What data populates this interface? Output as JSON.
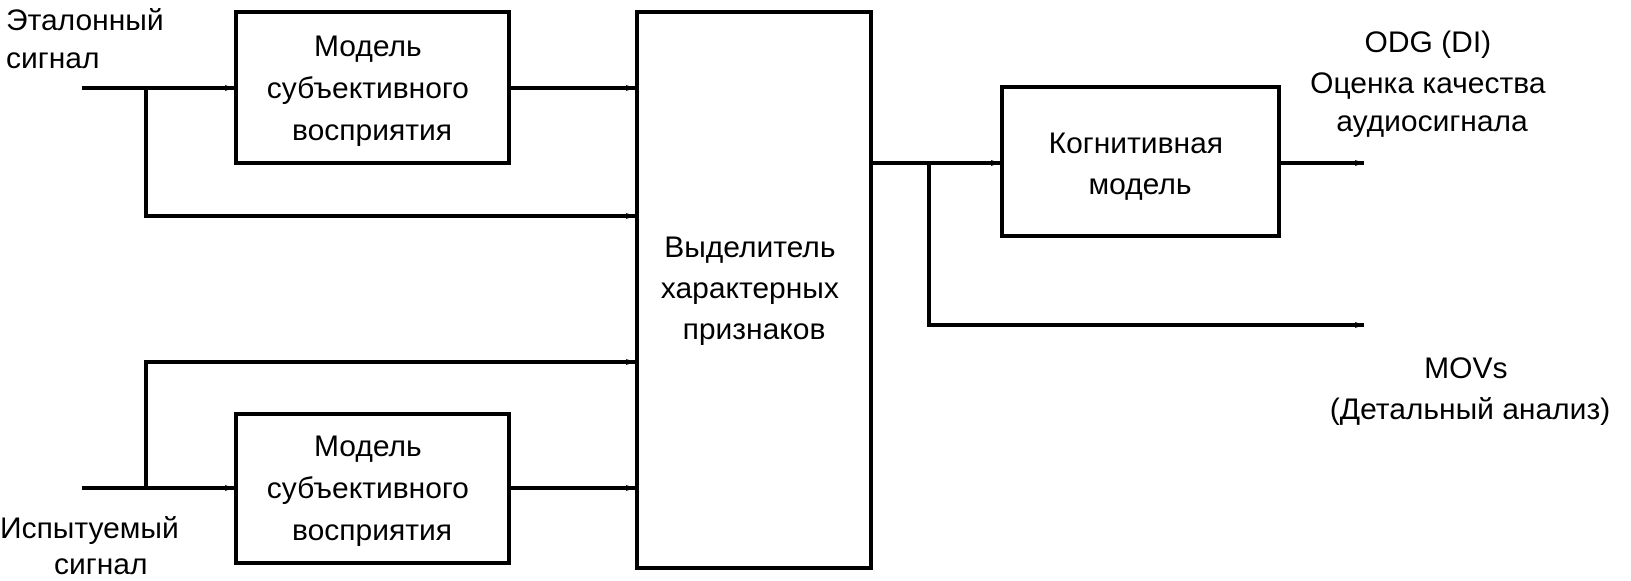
{
  "inputs": {
    "reference_signal": [
      "Эталонный",
      "сигнал"
    ],
    "test_signal": [
      "Испытуемый",
      "сигнал"
    ]
  },
  "blocks": {
    "perceptual_model_top": [
      "Модель",
      "субъективного",
      "восприятия"
    ],
    "perceptual_model_bottom": [
      "Модель",
      "субъективного",
      "восприятия"
    ],
    "feature_extractor": [
      "Выделитель",
      "характерных",
      "признаков"
    ],
    "cognitive_model": [
      "Когнитивная",
      "модель"
    ]
  },
  "outputs": {
    "odg": [
      "ODG (DI)",
      "Оценка качества",
      "аудиосигнала"
    ],
    "movs": [
      "MOVs",
      "(Детальный анализ)"
    ]
  },
  "colors": {
    "line": "#000000",
    "background": "#ffffff"
  }
}
